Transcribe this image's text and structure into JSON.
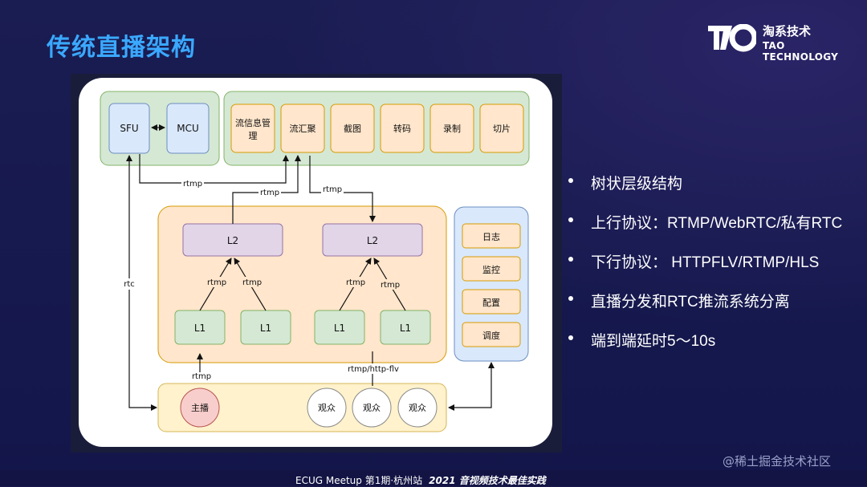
{
  "title": "传统直播架构",
  "logo": {
    "cn": "淘系技术",
    "en": "TAO TECHNOLOGY"
  },
  "colors": {
    "title": "#3aa8ff",
    "background": "#171a4a"
  },
  "diagram": {
    "rtc_group": {
      "sfu": "SFU",
      "mcu": "MCU"
    },
    "services": [
      "流信息管理",
      "流汇聚",
      "截图",
      "转码",
      "录制",
      "切片"
    ],
    "ops": [
      "日志",
      "监控",
      "配置",
      "调度"
    ],
    "cdn": {
      "l2_left": "L2",
      "l2_right": "L2",
      "l1": [
        "L1",
        "L1",
        "L1",
        "L1"
      ]
    },
    "clients": {
      "host": "主播",
      "viewers": [
        "观众",
        "观众",
        "观众"
      ]
    },
    "edge_labels": {
      "rtmp_sfu": "rtmp",
      "rtmp_l2_up": "rtmp",
      "rtmp_l2_down": "rtmp",
      "rtc": "rtc",
      "rtmp_l1a": "rtmp",
      "rtmp_l1b": "rtmp",
      "rtmp_l1c": "rtmp",
      "rtmp_l1d": "rtmp",
      "rtmp_host": "rtmp",
      "rtmp_http_flv": "rtmp/http-flv"
    }
  },
  "bullets": [
    "树状层级结构",
    "上行协议：RTMP/WebRTC/私有RTC",
    "下行协议： HTTPFLV/RTMP/HLS",
    "直播分发和RTC推流系统分离",
    "端到端延时5～10s"
  ],
  "footer": {
    "left": "ECUG Meetup 第1期·杭州站",
    "right": "2021 音视频技术最佳实践"
  },
  "watermark": "@稀土掘金技术社区"
}
